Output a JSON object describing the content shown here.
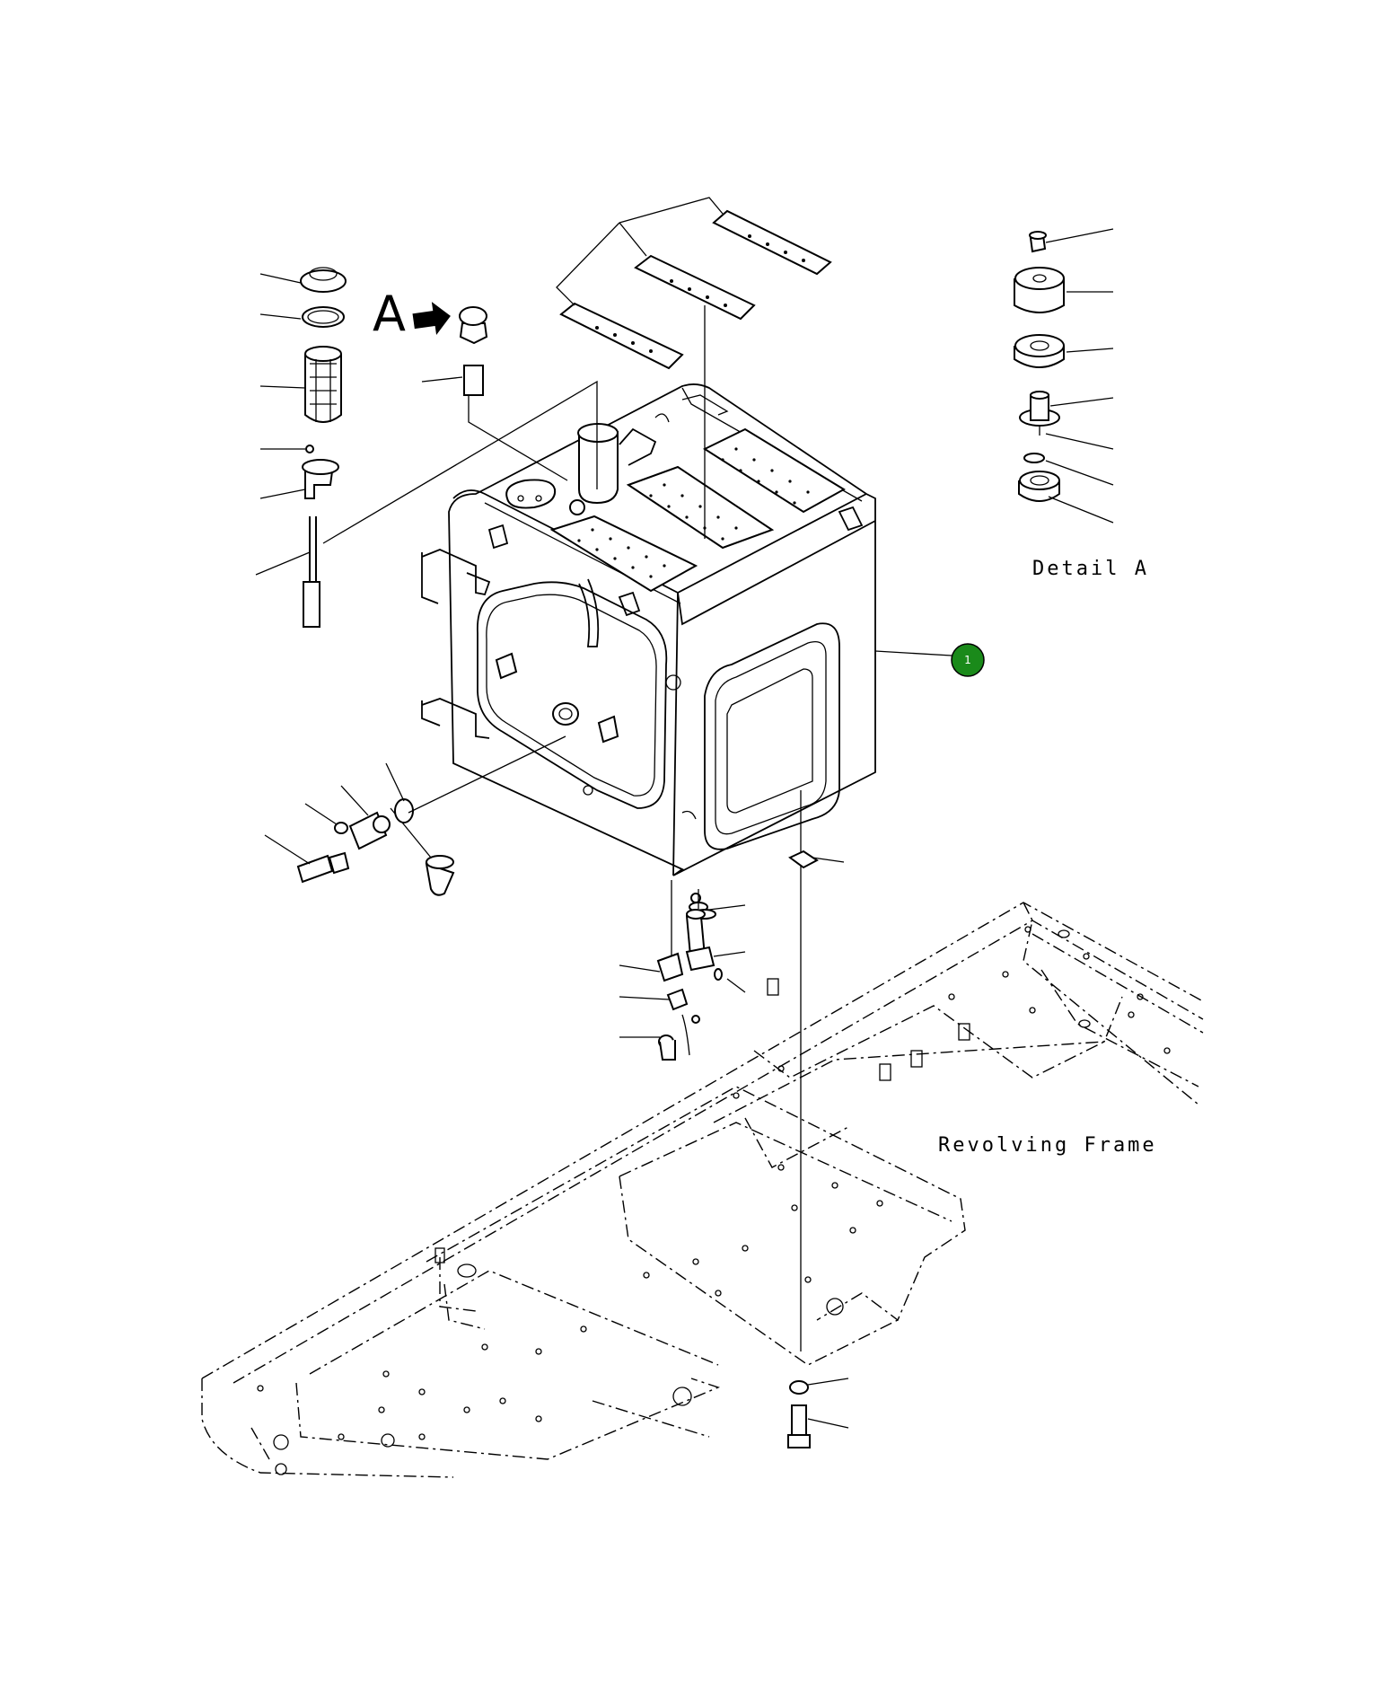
{
  "labels": {
    "view_marker": "A",
    "detail_title": "Detail A",
    "frame_label": "Revolving Frame"
  },
  "callouts": [
    {
      "number": "1",
      "color": "#1a8a1a"
    }
  ],
  "icons": [
    "arrow-right-icon"
  ]
}
